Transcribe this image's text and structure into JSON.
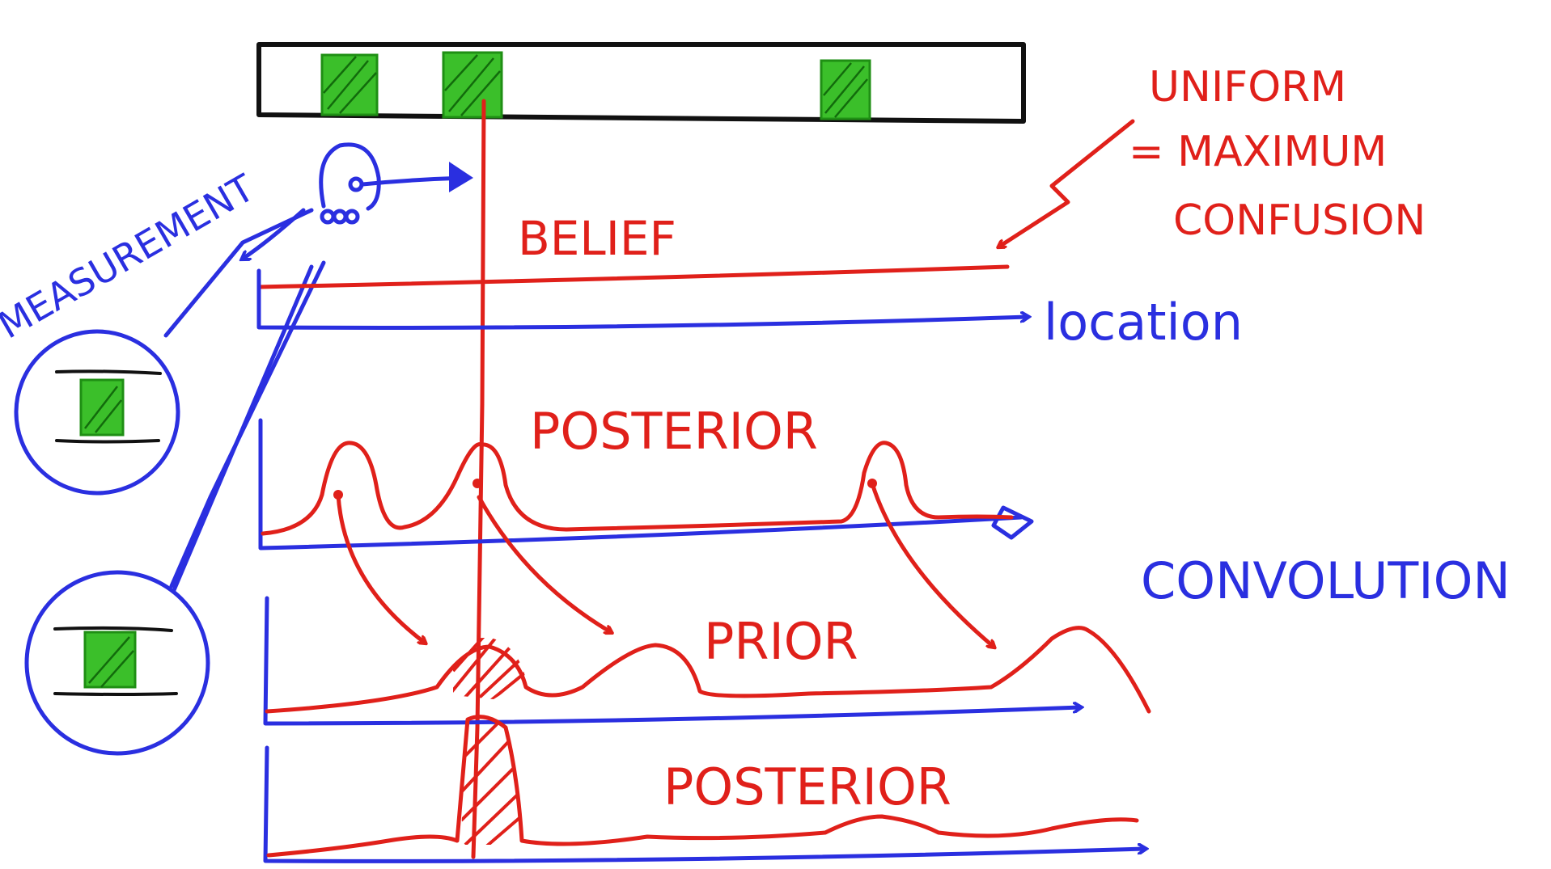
{
  "labels": {
    "measurement": "MEASUREMENT",
    "belief": "BELIEF",
    "uniform_line1": "UNIFORM",
    "uniform_line2": "= MAXIMUM",
    "uniform_line3": "CONFUSION",
    "location": "location",
    "posterior_1": "POSTERIOR",
    "prior": "PRIOR",
    "convolution": "CONVOLUTION",
    "posterior_2": "POSTERIOR"
  },
  "colors": {
    "ink_red": "#e0201a",
    "ink_blue": "#2a2fe0",
    "ink_black": "#111111",
    "door_green": "#3bbf2a"
  },
  "icons": [
    "robot-icon",
    "door-icon",
    "arrow-icon"
  ]
}
